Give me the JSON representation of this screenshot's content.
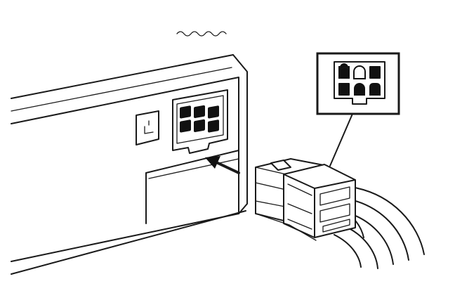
{
  "figure": {
    "subject": "pcie-6-pin-power-connector-installation",
    "colors": {
      "line": "#1a1a1a",
      "background": "#ffffff",
      "pin": "#111111"
    },
    "socket_pins": 6,
    "plug_pins": 6,
    "callout_pin_shapes": [
      "rounded-square",
      "rounded-dome",
      "square",
      "square",
      "rounded-dome",
      "rounded-square"
    ]
  }
}
